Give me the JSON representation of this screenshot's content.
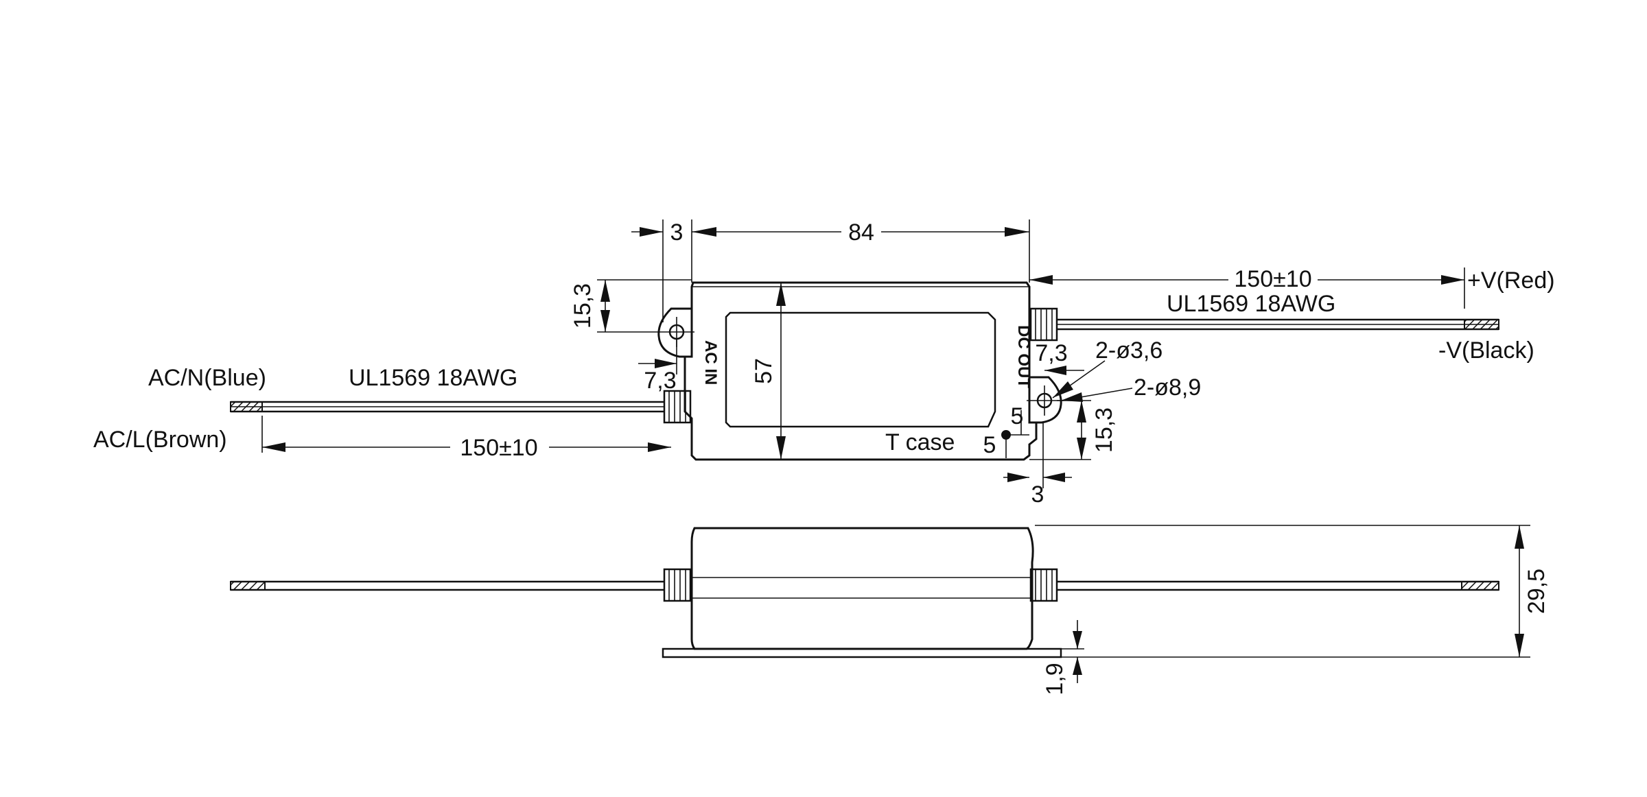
{
  "dimensions": {
    "width": "84",
    "inset_left": "3",
    "inset_right": "3",
    "height": "57",
    "hole_offset_top": "15,3",
    "hole_offset_bottom": "15,3",
    "hole_x_left": "7,3",
    "hole_x_right": "7,3",
    "tcase_offset_x": "5",
    "tcase_offset_y": "5",
    "cable_length_left": "150±10",
    "cable_length_right": "150±10",
    "side_height": "29,5",
    "flange_thickness": "1,9",
    "hole_small": "2-ø3,6",
    "hole_large": "2-ø8,9"
  },
  "labels": {
    "ac_in": "AC IN",
    "dc_out": "DC OUT",
    "tcase": "T case",
    "ac_n": "AC/N(Blue)",
    "ac_l": "AC/L(Brown)",
    "cable_left": "UL1569 18AWG",
    "cable_right": "UL1569 18AWG",
    "v_pos": "+V(Red)",
    "v_neg": "-V(Black)"
  },
  "colors": {
    "line": "#111111",
    "background": "#ffffff"
  }
}
